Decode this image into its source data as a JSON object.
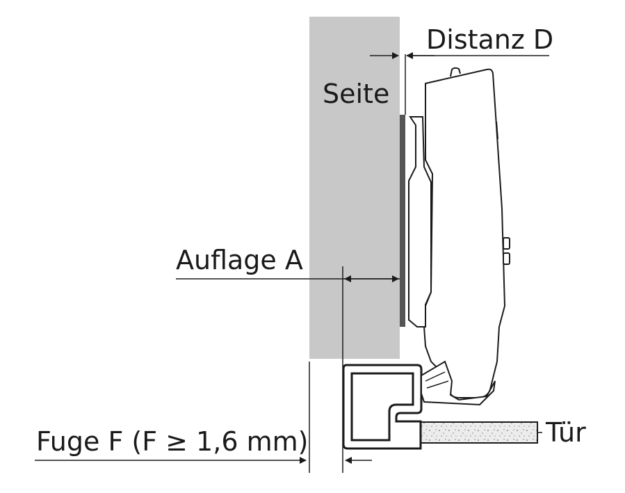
{
  "labels": {
    "distanz": "Distanz D",
    "seite": "Seite",
    "auflage": "Auflage A",
    "fuge": "Fuge F (F ≥ 1,6 mm)",
    "tuer": "Tür"
  },
  "colors": {
    "panel": "#c8c8c8",
    "line": "#1a1a1a",
    "plate": "#555555",
    "door_fill": "#e6e6e6"
  }
}
